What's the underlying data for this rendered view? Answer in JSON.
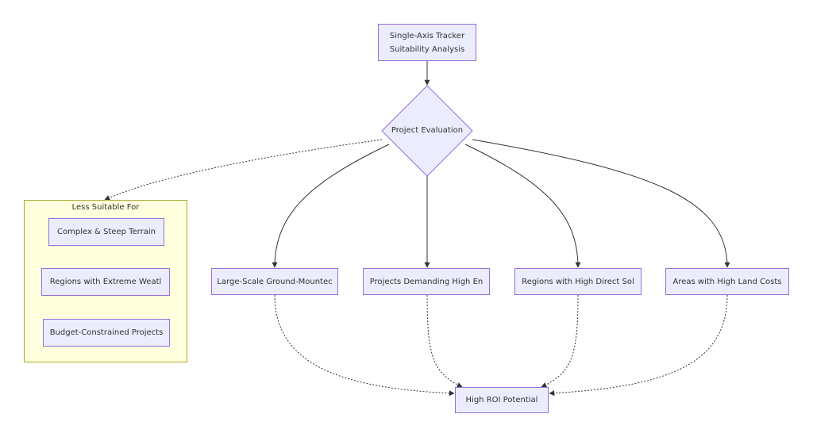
{
  "nodes": {
    "start": {
      "line1": "Single-Axis Tracker",
      "line2": "Suitability Analysis"
    },
    "decision": {
      "label": "Project Evaluation"
    },
    "large_scale": {
      "label": "Large-Scale Ground-Mountec"
    },
    "high_energy": {
      "label": "Projects Demanding High En"
    },
    "high_solar": {
      "label": "Regions with High Direct Sol"
    },
    "land_costs": {
      "label": "Areas with High Land Costs"
    },
    "roi": {
      "label": "High ROI Potential"
    }
  },
  "cluster": {
    "title": "Less Suitable For",
    "items": [
      "Complex & Steep Terrain",
      "Regions with Extreme Weatl",
      "Budget-Constrained Projects"
    ]
  },
  "colors": {
    "node_fill": "#ECECFF",
    "node_stroke": "#9370DB",
    "cluster_fill": "#ffffde",
    "cluster_stroke": "#aaaa33",
    "edge": "#333333",
    "text": "#333333"
  }
}
